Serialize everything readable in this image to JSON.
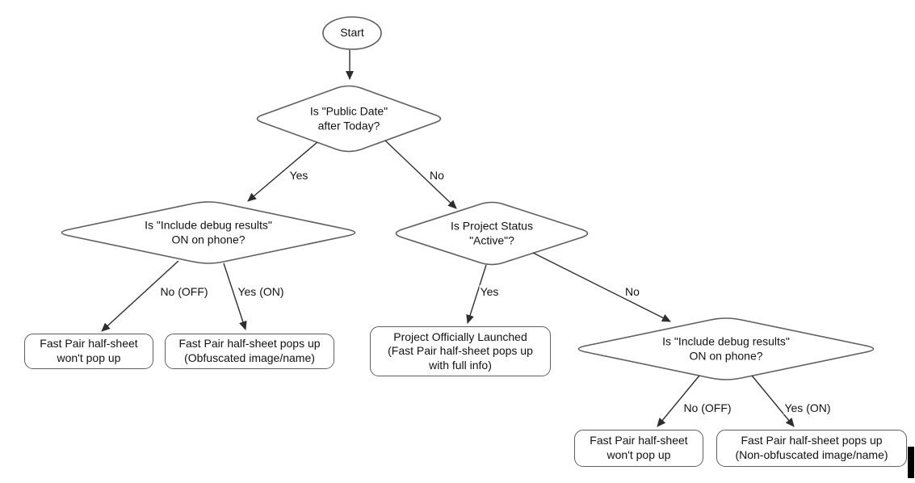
{
  "nodes": {
    "start": {
      "label": "Start"
    },
    "public_date": {
      "label": "Is \"Public Date\"\nafter Today?"
    },
    "debug_left": {
      "label": "Is \"Include debug results\"\nON on phone?"
    },
    "project_status": {
      "label": "Is Project Status\n\"Active\"?"
    },
    "debug_right": {
      "label": "Is \"Include debug results\"\nON on phone?"
    },
    "no_popup_left": {
      "label": "Fast Pair half-sheet\nwon't pop up"
    },
    "obfuscated": {
      "label": "Fast Pair half-sheet pops up\n(Obfuscated image/name)"
    },
    "launched": {
      "label": "Project Officially Launched\n(Fast Pair half-sheet pops up\nwith full info)"
    },
    "no_popup_right": {
      "label": "Fast Pair half-sheet\nwon't pop up"
    },
    "non_obfuscated": {
      "label": "Fast Pair half-sheet pops up\n(Non-obfuscated image/name)"
    }
  },
  "edge_labels": {
    "yes_top": {
      "label": "Yes"
    },
    "no_top": {
      "label": "No"
    },
    "no_off_left": {
      "label": "No (OFF)"
    },
    "yes_on_left": {
      "label": "Yes (ON)"
    },
    "yes_mid": {
      "label": "Yes"
    },
    "no_mid": {
      "label": "No"
    },
    "no_off_right": {
      "label": "No (OFF)"
    },
    "yes_on_right": {
      "label": "Yes (ON)"
    }
  },
  "colors": {
    "shape_stroke": "#5e5e5e",
    "arrow": "#2e2e2e",
    "text": "#111111",
    "background": "#ffffff",
    "cursor": "#000000"
  }
}
